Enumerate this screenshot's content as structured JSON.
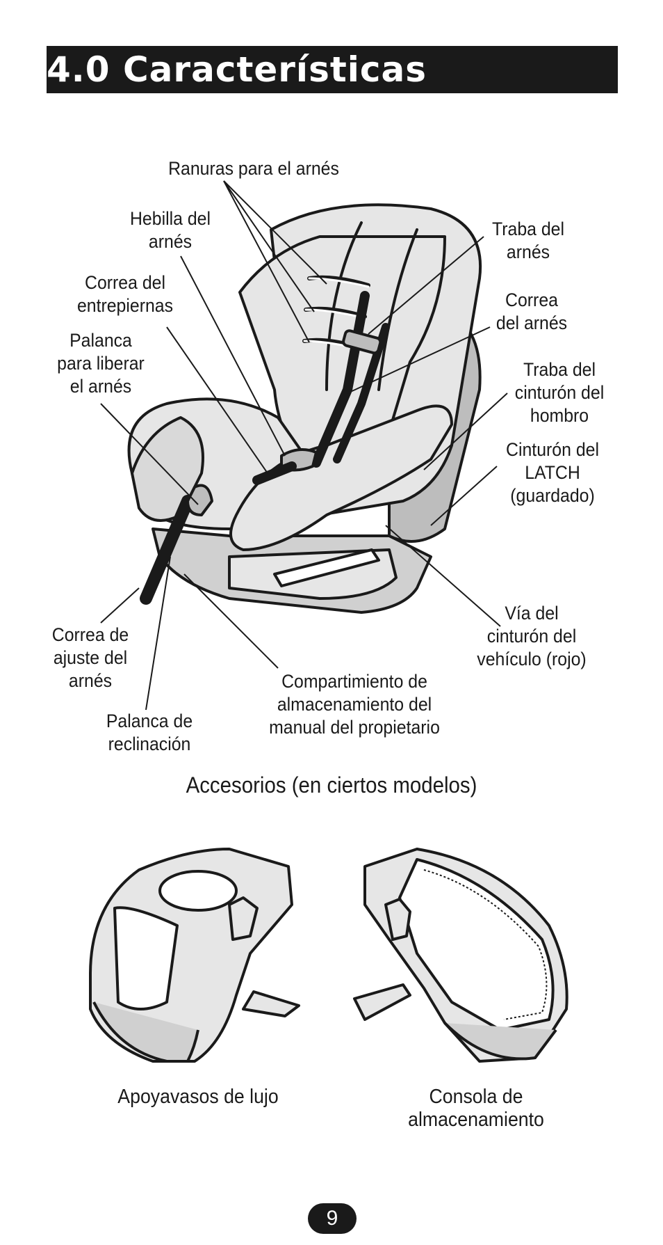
{
  "header": {
    "title": "4.0 Características"
  },
  "diagram": {
    "labels": {
      "harness_slots": "Ranuras para el arnés",
      "harness_buckle": "Hebilla del\narnés",
      "crotch_strap": "Correa del\nentrepiernas",
      "harness_release_lever": "Palanca\npara liberar\nel arnés",
      "harness_lock": "Traba del\narnés",
      "harness_strap": "Correa\ndel arnés",
      "shoulder_belt_lock": "Traba del\ncinturón del\nhombro",
      "latch_belt": "Cinturón del\nLATCH\n(guardado)",
      "vehicle_belt_path": "Vía del\ncinturón del\nvehículo (rojo)",
      "harness_adjust_strap": "Correa de\najuste del\narnés",
      "recline_lever": "Palanca de\nreclinación",
      "manual_storage": "Compartimiento de\nalmacenamiento del\nmanual del propietario"
    }
  },
  "accessories": {
    "heading": "Accesorios (en ciertos modelos)",
    "cup_holder_caption": "Apoyavasos de lujo",
    "storage_console_caption": "Consola de\nalmacenamiento"
  },
  "footer": {
    "page_number": "9"
  },
  "colors": {
    "ink": "#1a1a1a",
    "seat_fill": "#e6e6e6",
    "shade": "#bdbdbd",
    "paper": "#ffffff"
  }
}
